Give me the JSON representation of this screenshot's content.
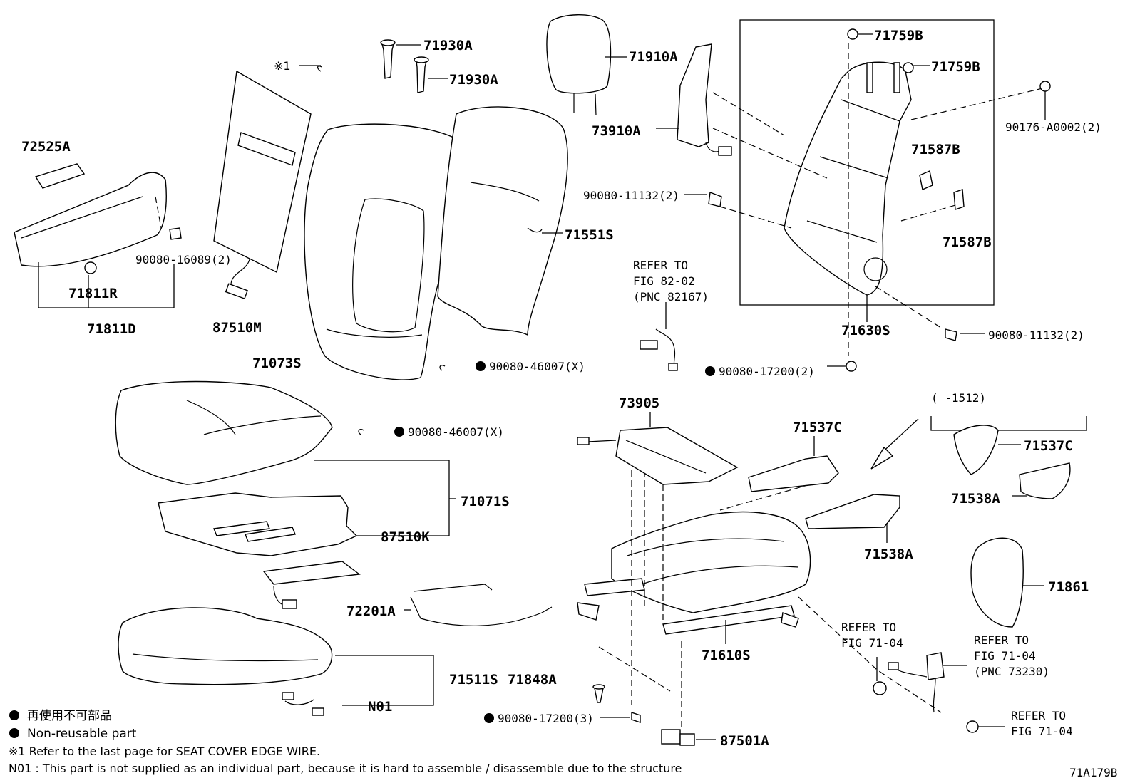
{
  "labels": {
    "l71930A_1": "71930A",
    "l71930A_2": "71930A",
    "l71910A": "71910A",
    "l71759B_1": "71759B",
    "l71759B_2": "71759B",
    "l90176": "90176-A0002(2)",
    "ref1_title": "※1",
    "l72525A": "72525A",
    "l73910A": "73910A",
    "l71587B_1": "71587B",
    "l71587B_2": "71587B",
    "l90080_11132_a": "90080-11132(2)",
    "l71551S": "71551S",
    "l90080_16089": "90080-16089(2)",
    "l71811R": "71811R",
    "l71811D": "71811D",
    "l87510M": "87510M",
    "l71073S": "71073S",
    "l71630S": "71630S",
    "l90080_11132_b": "90080-11132(2)",
    "l90080_46007_a": "90080-46007(X)",
    "l90080_17200_a": "90080-17200(2)",
    "l90080_46007_b": "90080-46007(X)",
    "l73905": "73905",
    "l71537C_1": "71537C",
    "l71537C_2": "71537C",
    "range": "(     -1512)",
    "l71538A_1": "71538A",
    "l71538A_2": "71538A",
    "l71071S": "71071S",
    "l87510K": "87510K",
    "l72201A": "72201A",
    "l71861": "71861",
    "l71610S": "71610S",
    "l71511S": "71511S",
    "l71848A": "71848A",
    "l90080_17200_b": "90080-17200(3)",
    "lN01": "N01",
    "l87501A": "87501A",
    "code": "71A179B"
  },
  "references": {
    "ref_82_l1": "REFER TO",
    "ref_82_l2": "FIG 82-02",
    "ref_82_l3": "(PNC 82167)",
    "ref_71a_l1": "REFER TO",
    "ref_71a_l2": "FIG 71-04",
    "ref_71b_l1": "REFER TO",
    "ref_71b_l2": "FIG 71-04",
    "ref_71b_l3": "(PNC 73230)",
    "ref_71c_l1": "REFER TO",
    "ref_71c_l2": "FIG 71-04"
  },
  "legend": {
    "non_reusable_jp": "再使用不可部品",
    "non_reusable_en": "Non-reusable part",
    "note1": "※1  Refer to the last page for SEAT COVER EDGE WIRE.",
    "note_n01": "N01 : This part is not supplied as an individual part, because it is hard to assemble / disassemble due to the structure"
  }
}
